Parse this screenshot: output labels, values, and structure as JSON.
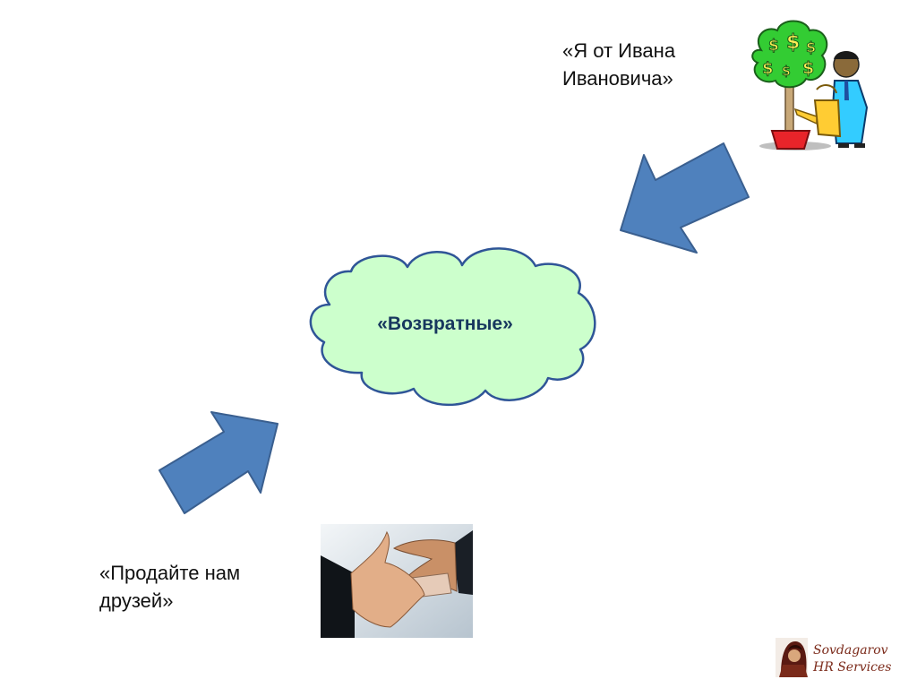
{
  "slide": {
    "center_node": {
      "label": "«Возвратные»",
      "icon": "cloud-shape"
    },
    "top_caption": {
      "lines": [
        "«Я от Ивана",
        "Ивановича»"
      ]
    },
    "bottom_caption": {
      "lines": [
        "«Продайте нам",
        "друзей»"
      ]
    },
    "top_picture": {
      "icon": "money-tree-clipart"
    },
    "bottom_picture": {
      "icon": "handshake-bribe-photo"
    },
    "logo": {
      "lines": [
        "Sovdagarov",
        "HR Services"
      ],
      "icon": "portrait-logo"
    }
  },
  "colors": {
    "arrow_fill": "#4f81bd",
    "arrow_stroke": "#3a5f8f",
    "cloud_fill": "#ccffcc",
    "cloud_stroke": "#2f5597",
    "cloud_text": "#17375e",
    "logo_text": "#7b2a1a"
  }
}
